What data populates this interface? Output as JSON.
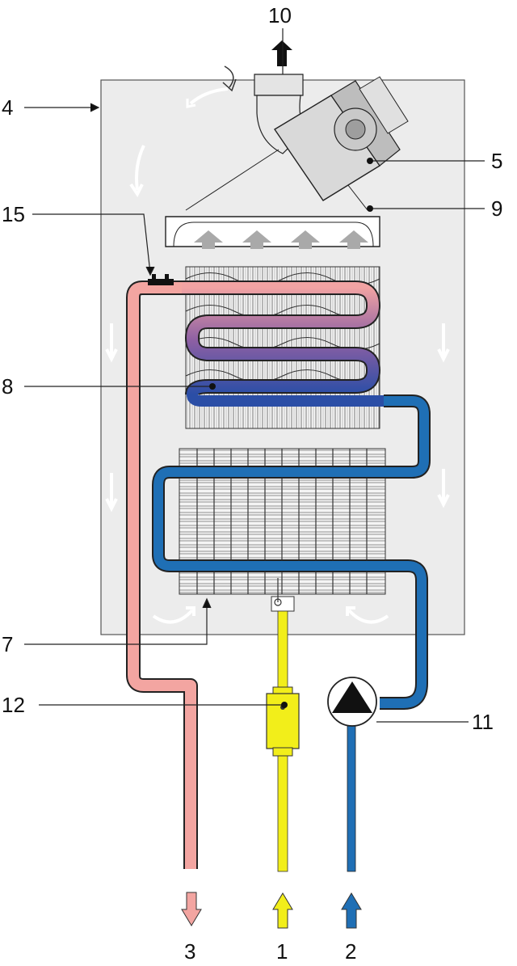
{
  "labels": {
    "l1": "1",
    "l2": "2",
    "l3": "3",
    "l4": "4",
    "l5": "5",
    "l7": "7",
    "l8": "8",
    "l9": "9",
    "l10": "10",
    "l11": "11",
    "l12": "12",
    "l15": "15"
  },
  "colors": {
    "panel": "#ececec",
    "hot_pipe": "#f3a5a1",
    "cold_pipe": "#1f6fb5",
    "gas_pipe": "#f2ee1a",
    "gray_arrow": "#a9a9a9",
    "outline": "#222222"
  },
  "icons": {
    "pump": "pump-icon",
    "valve": "gas-valve-icon",
    "fan": "fan-motor-icon"
  }
}
